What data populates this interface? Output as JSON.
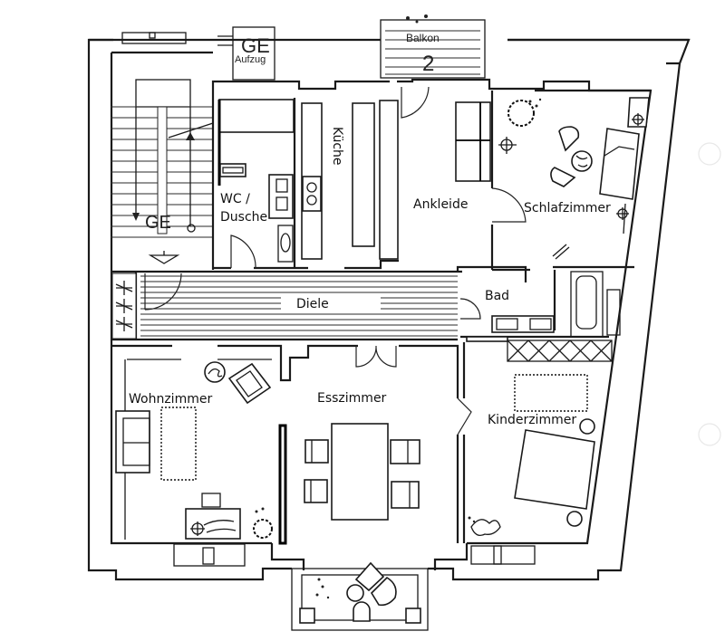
{
  "plan": {
    "type": "floor-plan",
    "rooms": [
      {
        "id": "kueche",
        "label": "Küche"
      },
      {
        "id": "wc",
        "label_line1": "WC /",
        "label_line2": "Dusche"
      },
      {
        "id": "ankleide",
        "label": "Ankleide"
      },
      {
        "id": "schlafzimmer",
        "label": "Schlafzimmer"
      },
      {
        "id": "diele",
        "label": "Diele"
      },
      {
        "id": "bad",
        "label": "Bad"
      },
      {
        "id": "wohnzimmer",
        "label": "Wohnzimmer"
      },
      {
        "id": "esszimmer",
        "label": "Esszimmer"
      },
      {
        "id": "kinderzimmer",
        "label": "Kinderzimmer"
      }
    ],
    "balcony": {
      "label": "Balkon",
      "number": "2"
    },
    "elevator": {
      "code": "GE",
      "label": "Aufzug"
    },
    "stairwell": {
      "code": "GE"
    }
  }
}
